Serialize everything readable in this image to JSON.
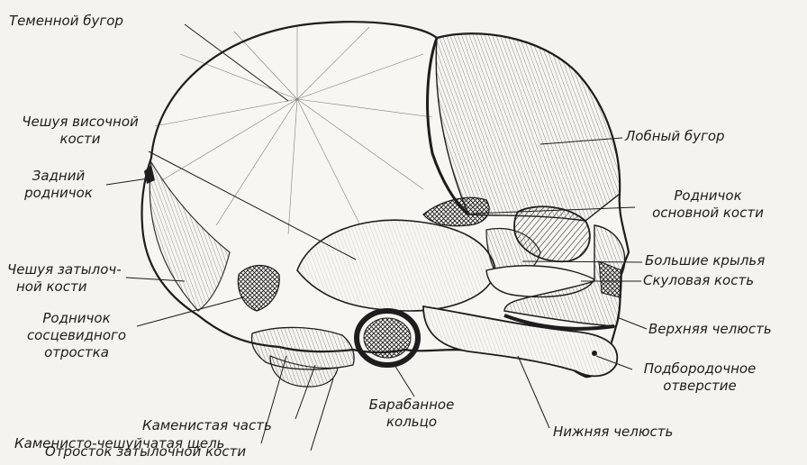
{
  "labels": {
    "parietal_tuber": "Теменной бугор",
    "temporal_squama_1": "Чешуя височной",
    "temporal_squama_2": "кости",
    "posterior_fontanelle_1": "Задний",
    "posterior_fontanelle_2": "родничок",
    "occipital_squama_1": "Чешуя затылоч-",
    "occipital_squama_2": "ной кости",
    "mastoid_fontanelle_1": "Родничок",
    "mastoid_fontanelle_2": "сосцевидного",
    "mastoid_fontanelle_3": "отростка",
    "petrosquamous_fissure": "Каменисто-чешуйчатая щель",
    "petrous_part": "Каменистая часть",
    "occipital_process": "Отросток затылочной кости",
    "tympanic_ring_1": "Барабанное",
    "tympanic_ring_2": "кольцо",
    "frontal_tuber": "Лобный бугор",
    "sphenoid_fontanelle_1": "Родничок",
    "sphenoid_fontanelle_2": "основной кости",
    "greater_wings": "Большие крылья",
    "zygomatic_bone": "Скуловая кость",
    "maxilla": "Верхняя челюсть",
    "mental_foramen_1": "Подбородочное",
    "mental_foramen_2": "отверстие",
    "mandible": "Нижняя челюсть"
  },
  "colors": {
    "ink": "#1d1d1d",
    "paper": "#f4f3ef"
  }
}
